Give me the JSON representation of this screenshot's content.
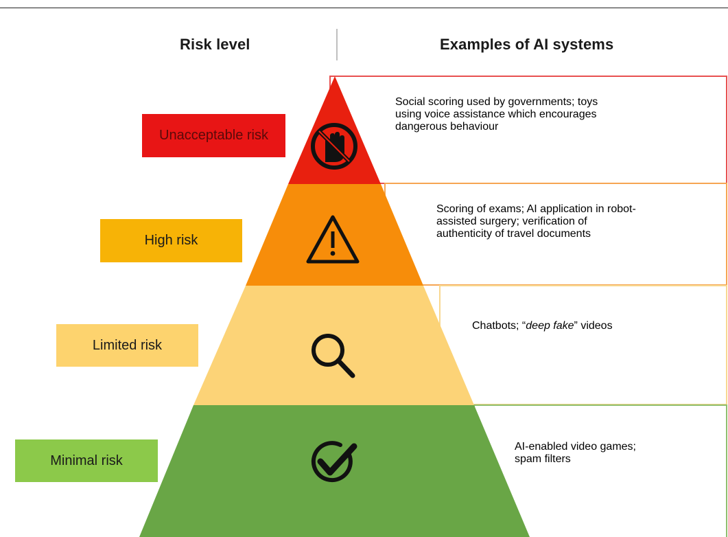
{
  "headers": {
    "risk_level": "Risk level",
    "examples": "Examples of AI systems"
  },
  "colors": {
    "unacceptable": "#e8200f",
    "high": "#f78d0a",
    "limited": "#fcd377",
    "minimal": "#69a646",
    "label_unacceptable": "#e81515",
    "label_high": "#f7b306",
    "label_limited": "#fdd36e",
    "label_minimal": "#8cc94a"
  },
  "tiers": [
    {
      "id": "unacceptable",
      "label": "Unacceptable risk",
      "icon": "prohibited-hand-icon",
      "examples": "Social scoring used by governments; toys\nusing voice assistance which encourages\ndangerous behaviour"
    },
    {
      "id": "high",
      "label": "High risk",
      "icon": "warning-triangle-icon",
      "examples": "Scoring of exams; AI application in robot-\nassisted surgery; verification of\nauthenticity of travel documents"
    },
    {
      "id": "limited",
      "label": "Limited risk",
      "icon": "magnifier-icon",
      "examples_pre": "Chatbots; “",
      "examples_em": "deep fake",
      "examples_post": "” videos"
    },
    {
      "id": "minimal",
      "label": "Minimal risk",
      "icon": "checkmark-circle-icon",
      "examples": "AI-enabled video games;\nspam filters"
    }
  ]
}
